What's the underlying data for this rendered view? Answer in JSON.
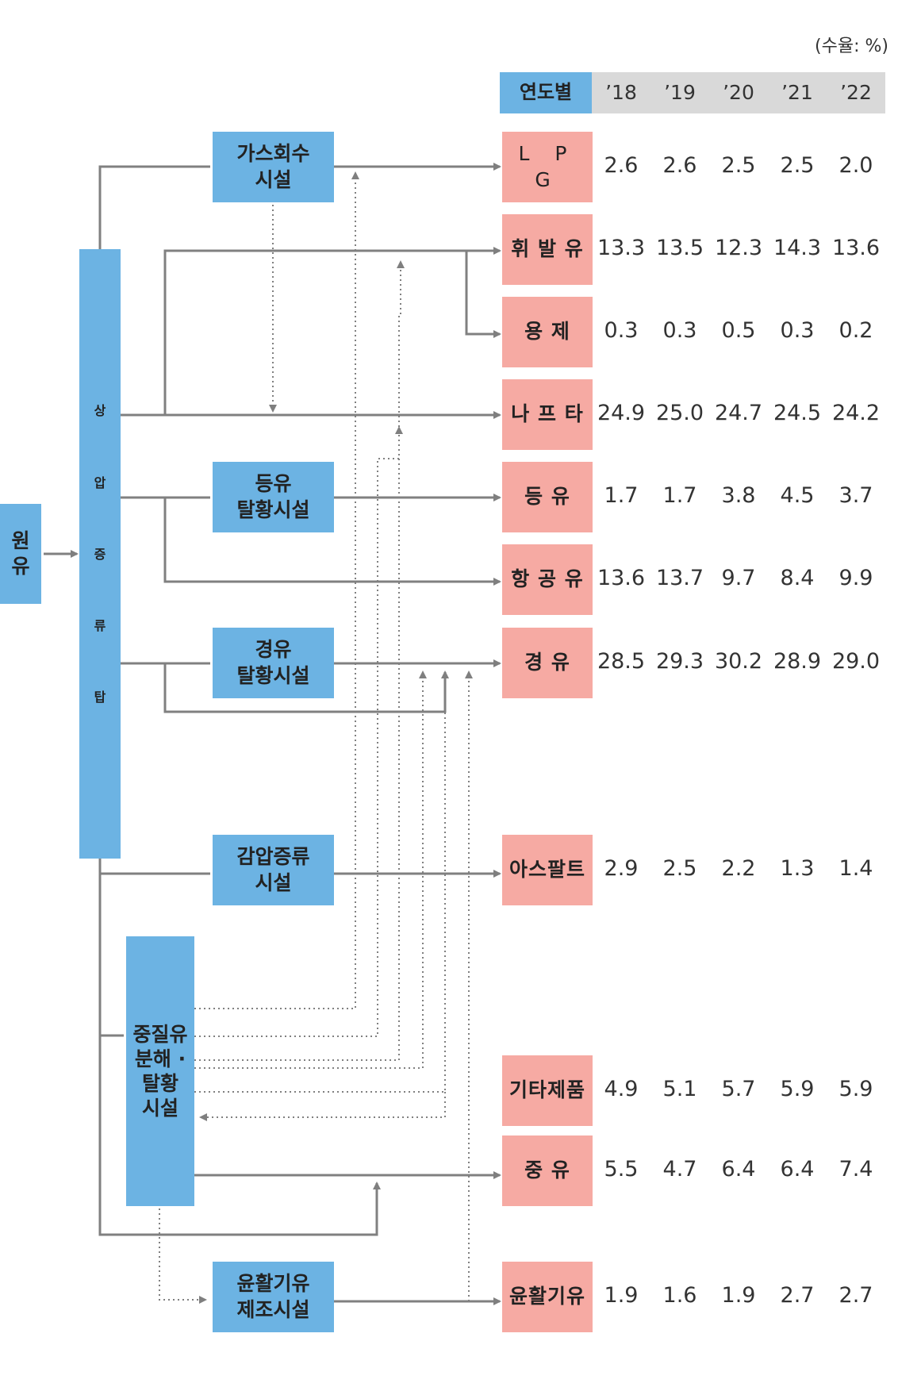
{
  "unit_note": "(수율: %)",
  "header": {
    "label": "연도별",
    "years": [
      "’18",
      "’19",
      "’20",
      "’21",
      "’22"
    ]
  },
  "crude": {
    "label": "원유",
    "chars": [
      "원",
      "유"
    ]
  },
  "column": {
    "chars": [
      "상",
      "압",
      "증",
      "류",
      "탑"
    ]
  },
  "processes": {
    "gas_recovery": "가스회수\n시설",
    "kerosene_hds": "등유\n탈황시설",
    "diesel_hds": "경유\n탈황시설",
    "vacuum": "감압증류\n시설",
    "heavy_oil": "중질유\n분해 ·\n탈황\n시설",
    "lube": "윤활기유\n제조시설"
  },
  "products": [
    {
      "name": "L P G",
      "values": [
        "2.6",
        "2.6",
        "2.5",
        "2.5",
        "2.0"
      ]
    },
    {
      "name": "휘 발 유",
      "values": [
        "13.3",
        "13.5",
        "12.3",
        "14.3",
        "13.6"
      ]
    },
    {
      "name": "용 제",
      "values": [
        "0.3",
        "0.3",
        "0.5",
        "0.3",
        "0.2"
      ]
    },
    {
      "name": "나 프 타",
      "values": [
        "24.9",
        "25.0",
        "24.7",
        "24.5",
        "24.2"
      ]
    },
    {
      "name": "등 유",
      "values": [
        "1.7",
        "1.7",
        "3.8",
        "4.5",
        "3.7"
      ]
    },
    {
      "name": "항 공 유",
      "values": [
        "13.6",
        "13.7",
        "9.7",
        "8.4",
        "9.9"
      ]
    },
    {
      "name": "경 유",
      "values": [
        "28.5",
        "29.3",
        "30.2",
        "28.9",
        "29.0"
      ]
    },
    {
      "name": "아스팔트",
      "values": [
        "2.9",
        "2.5",
        "2.2",
        "1.3",
        "1.4"
      ]
    },
    {
      "name": "기타제품",
      "values": [
        "4.9",
        "5.1",
        "5.7",
        "5.9",
        "5.9"
      ]
    },
    {
      "name": "중 유",
      "values": [
        "5.5",
        "4.7",
        "6.4",
        "6.4",
        "7.4"
      ]
    },
    {
      "name": "윤활기유",
      "values": [
        "1.9",
        "1.6",
        "1.9",
        "2.7",
        "2.7"
      ]
    }
  ],
  "colors": {
    "process": "#6cb3e3",
    "product": "#f6aaa3",
    "header_band": "#d9d9d9",
    "line": "#808080"
  }
}
